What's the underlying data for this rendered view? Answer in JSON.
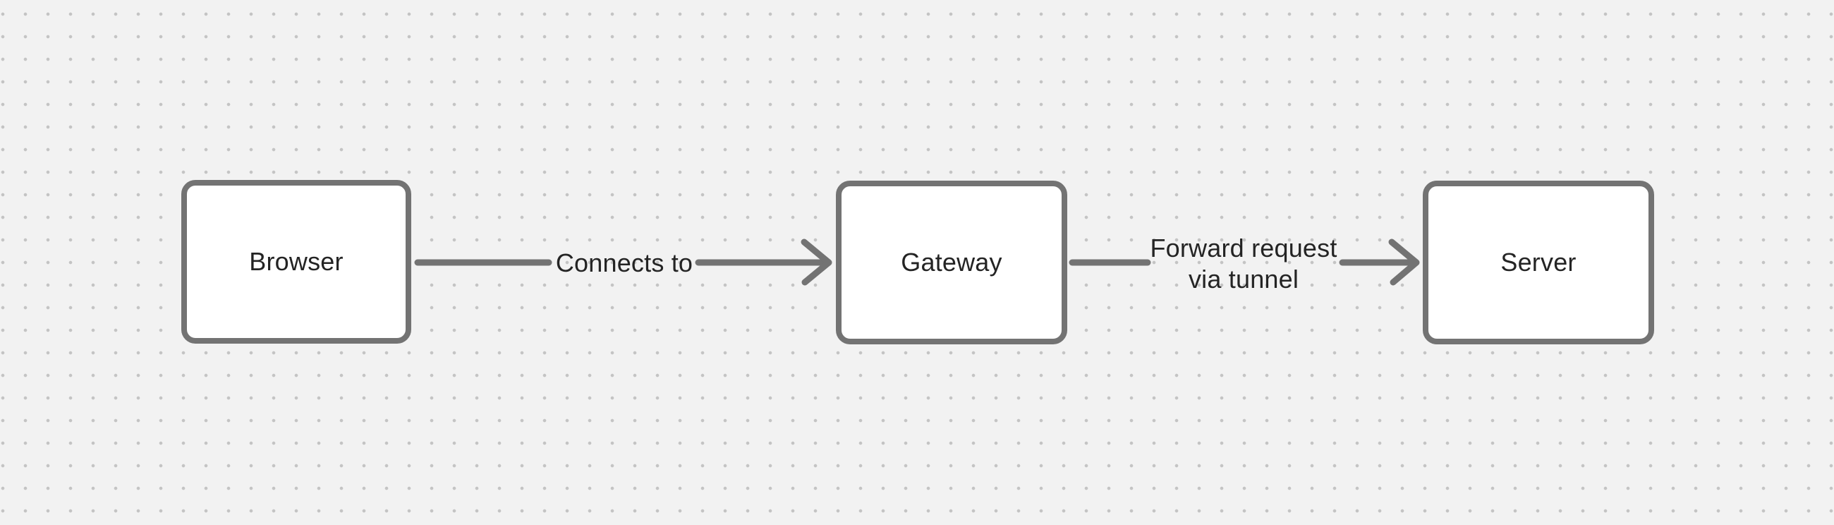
{
  "canvas": {
    "background_color": "#f2f2f2",
    "dot_grid_color": "#c4c4c4",
    "stroke_color": "#737373",
    "text_color": "#242424",
    "node_fill_color": "#ffffff"
  },
  "diagram": {
    "nodes": [
      {
        "id": "browser",
        "label": "Browser"
      },
      {
        "id": "gateway",
        "label": "Gateway"
      },
      {
        "id": "server",
        "label": "Server"
      }
    ],
    "edges": [
      {
        "from": "browser",
        "to": "gateway",
        "label": "Connects to",
        "label_lines": [
          "Connects to"
        ]
      },
      {
        "from": "gateway",
        "to": "server",
        "label": "Forward request via tunnel",
        "label_lines": [
          "Forward request",
          "via tunnel"
        ]
      }
    ]
  }
}
